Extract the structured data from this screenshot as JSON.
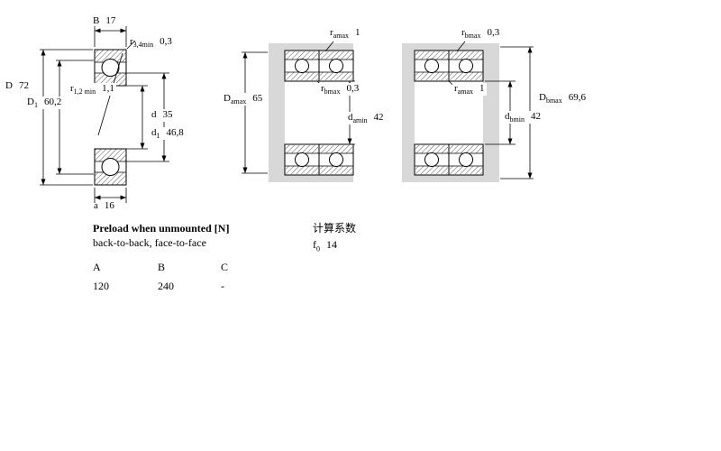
{
  "figure_left": {
    "B": {
      "sym": "B",
      "sub": "",
      "val": "17"
    },
    "r34": {
      "sym": "r",
      "sub": "3,4min",
      "val": "0,3"
    },
    "D": {
      "sym": "D",
      "sub": "",
      "val": "72"
    },
    "D1": {
      "sym": "D",
      "sub": "1",
      "val": "60,2"
    },
    "r12": {
      "sym": "r",
      "sub": "1,2 min",
      "val": "1,1"
    },
    "d": {
      "sym": "d",
      "sub": "",
      "val": "35"
    },
    "d1": {
      "sym": "d",
      "sub": "1",
      "val": "46,8"
    },
    "a": {
      "sym": "a",
      "sub": "",
      "val": "16"
    }
  },
  "figure_middle": {
    "ramax": {
      "sym": "r",
      "sub": "amax",
      "val": "1"
    },
    "Damax": {
      "sym": "D",
      "sub": "amax",
      "val": "65"
    },
    "rbmax": {
      "sym": "r",
      "sub": "bmax",
      "val": "0,3"
    },
    "damin": {
      "sym": "d",
      "sub": "amin",
      "val": "42"
    }
  },
  "figure_right": {
    "rbmax": {
      "sym": "r",
      "sub": "bmax",
      "val": "0,3"
    },
    "ramax": {
      "sym": "r",
      "sub": "amax",
      "val": "1"
    },
    "Dbmax": {
      "sym": "D",
      "sub": "bmax",
      "val": "69,6"
    },
    "dbmin": {
      "sym": "d",
      "sub": "bmin",
      "val": "42"
    }
  },
  "preload": {
    "heading": "Preload when unmounted [N]",
    "subheading": "back-to-back, face-to-face",
    "col_a": "A",
    "col_b": "B",
    "col_c": "C",
    "val_a": "120",
    "val_b": "240",
    "val_c": "-"
  },
  "factors": {
    "heading": "计算系数",
    "f0": {
      "sym": "f",
      "sub": "0",
      "val": "14"
    }
  },
  "colors": {
    "line": "#000000",
    "shoulder_gray": "#d8d8d8"
  }
}
